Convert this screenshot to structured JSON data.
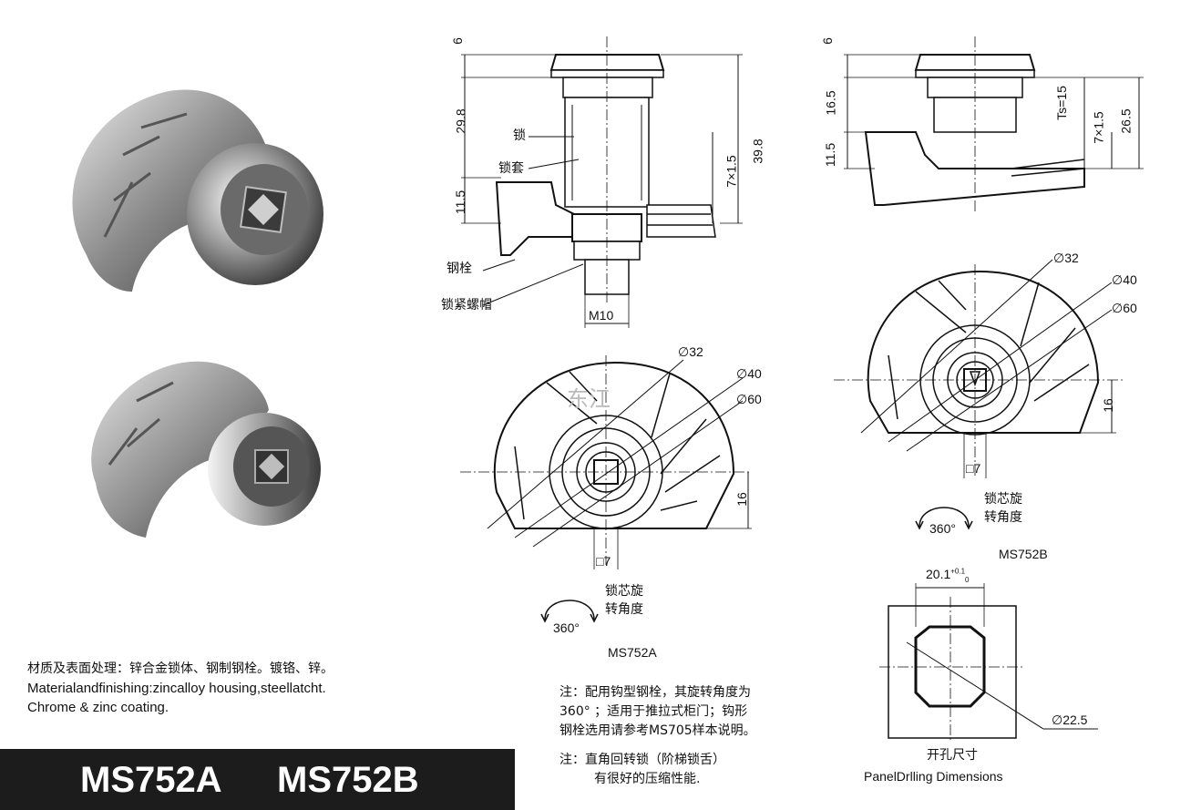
{
  "materials": {
    "cn": "材质及表面处理：锌合金锁体、钢制钢栓。镀铬、锌。",
    "en1": "Materialandfinishing:zincalloy housing,steellatcht.",
    "en2": "Chrome & zinc coating."
  },
  "title": {
    "a": "MS752A",
    "b": "MS752B"
  },
  "sideA": {
    "dims": {
      "top": "6",
      "h1": "29.8",
      "h2": "11.5",
      "total": "39.8",
      "thread": "7×1.5",
      "bolt": "M10"
    },
    "labels": {
      "lock": "锁",
      "sleeve": "锁套",
      "latch": "钢栓",
      "nut": "锁紧螺帽"
    }
  },
  "sideB": {
    "dims": {
      "top": "6",
      "h1": "16.5",
      "h2": "11.5",
      "ts": "Ts=15",
      "thread": "7×1.5",
      "total": "26.5"
    }
  },
  "frontA": {
    "d1": "∅32",
    "d2": "∅40",
    "d3": "∅60",
    "h": "16",
    "sq": "□7",
    "watermark": "东江"
  },
  "frontB": {
    "d1": "∅32",
    "d2": "∅40",
    "d3": "∅60",
    "h": "16",
    "sq": "□7"
  },
  "rotA": {
    "line1": "锁芯旋",
    "line2": "转角度",
    "angle": "360°",
    "model": "MS752A"
  },
  "rotB": {
    "line1": "锁芯旋",
    "line2": "转角度",
    "angle": "360°",
    "model": "MS752B"
  },
  "notes": {
    "n1a": "注：配用钩型钢栓，其旋转角度为",
    "n1b": "360°  ；适用于推拉式柜门；钩形",
    "n1c": "钢栓选用请参考MS705样本说明。",
    "n2a": "注：直角回转锁（阶梯锁舌）",
    "n2b": "有很好的压缩性能."
  },
  "panel": {
    "width": "20.1",
    "tol": "+0.1",
    "tol2": "0",
    "dia": "∅22.5",
    "cn": "开孔尺寸",
    "en": "PanelDrlling  Dimensions"
  },
  "colors": {
    "ink": "#111111",
    "bar": "#1c1c1c"
  }
}
